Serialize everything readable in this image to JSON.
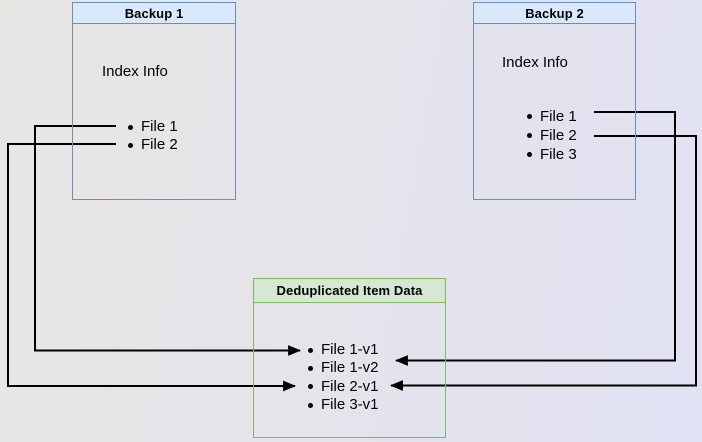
{
  "diagram": {
    "backup1": {
      "title": "Backup 1",
      "section_label": "Index Info",
      "items": [
        "File 1",
        "File 2"
      ]
    },
    "backup2": {
      "title": "Backup 2",
      "section_label": "Index Info",
      "items": [
        "File 1",
        "File 2",
        "File 3"
      ]
    },
    "dedup": {
      "title": "Deduplicated Item Data",
      "items": [
        "File 1-v1",
        "File 1-v2",
        "File 2-v1",
        "File 3-v1"
      ]
    },
    "connections": [
      {
        "from": "Backup 1 : File 1",
        "to": "File 1-v1"
      },
      {
        "from": "Backup 1 : File 2",
        "to": "File 2-v1"
      },
      {
        "from": "Backup 2 : File 1",
        "to": "File 1-v2"
      },
      {
        "from": "Backup 2 : File 2",
        "to": "File 2-v1"
      }
    ],
    "colors": {
      "backup_header_fill": "#dae8fc",
      "backup_border": "#6c8ebf",
      "dedup_header_fill": "#d5e8d4",
      "dedup_border": "#82b366",
      "arrow": "#000000"
    }
  }
}
